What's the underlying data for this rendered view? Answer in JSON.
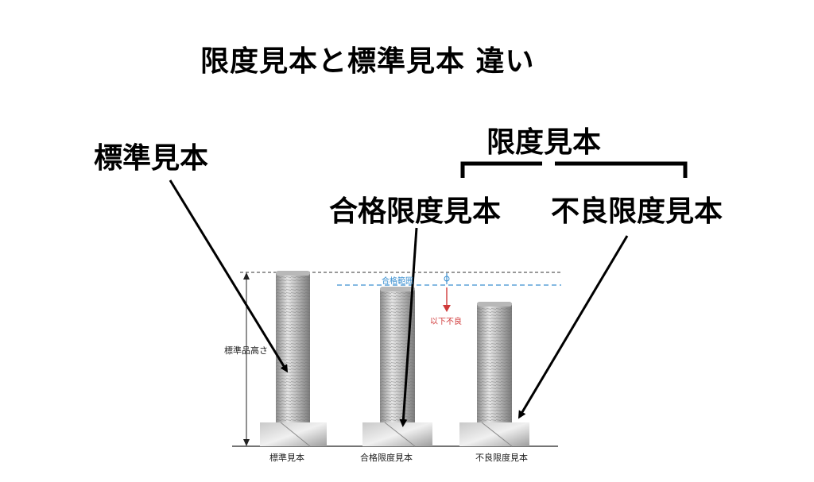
{
  "title": "限度見本と標準見本 違い",
  "labels": {
    "standard_sample": "標準見本",
    "limit_sample": "限度見本",
    "pass_limit_sample": "合格限度見本",
    "fail_limit_sample": "不良限度見本"
  },
  "diagram": {
    "standard_height": "標準品高さ",
    "pass_range": "合格範囲",
    "below_fail": "以下不良",
    "captions": [
      "標準見本",
      "合格限度見本",
      "不良限度見本"
    ]
  },
  "colors": {
    "pass_range": "#3a8fd0",
    "fail": "#d03a3a",
    "text": "#000000"
  }
}
